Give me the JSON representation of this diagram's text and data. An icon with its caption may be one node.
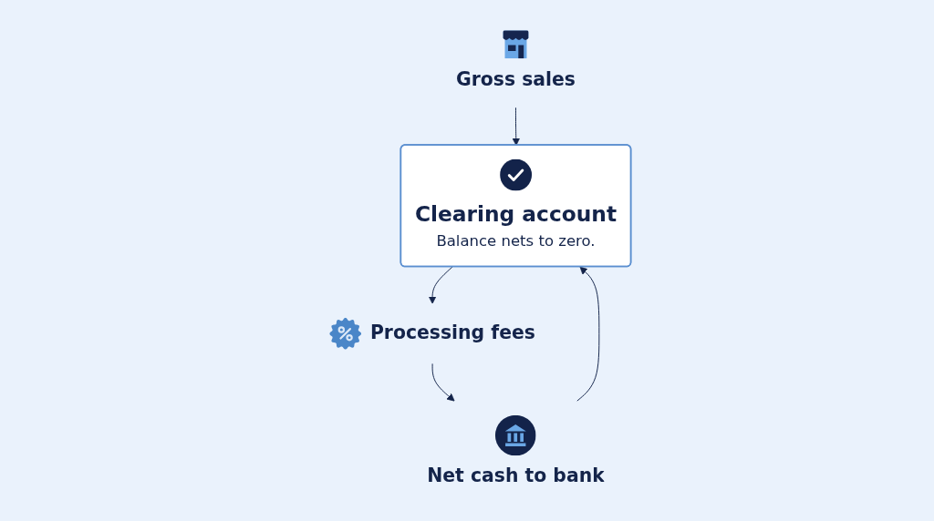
{
  "diagram": {
    "nodes": [
      {
        "text": [
          "Gross sales"
        ]
      },
      {
        "text": [
          "Clearing account",
          "Balance nets to zero."
        ]
      },
      {
        "text": [
          "Processing fees"
        ]
      },
      {
        "text": [
          "Net cash to bank"
        ]
      }
    ],
    "edges": [
      {
        "from": 0,
        "to": 1,
        "arrow": "to"
      },
      {
        "from": 1,
        "to": 2,
        "arrow": "to"
      },
      {
        "from": 2,
        "to": 3,
        "arrow": "to"
      },
      {
        "from": 3,
        "to": 1,
        "arrow": "to"
      }
    ]
  }
}
